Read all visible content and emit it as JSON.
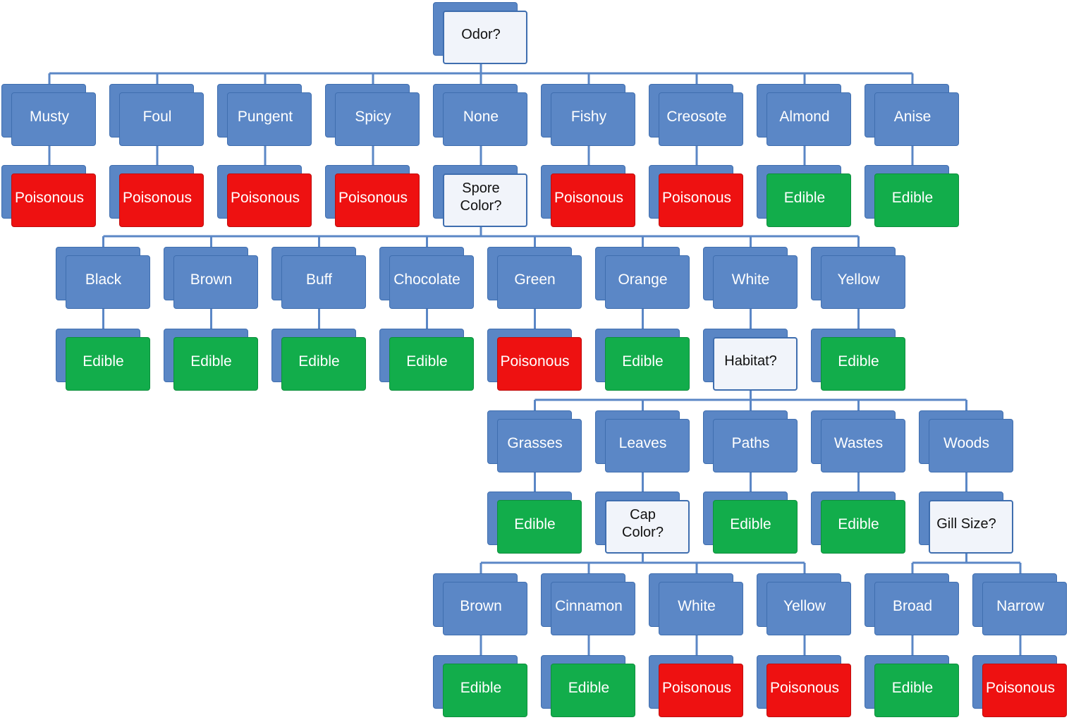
{
  "colors": {
    "value": "#5b87c6",
    "poisonous": "#ee1111",
    "edible": "#12ad4b",
    "question": "#f1f4fa",
    "connector": "#5b87c6"
  },
  "tree": {
    "question": "Odor?",
    "branches": [
      {
        "value": "Musty",
        "leaf": "Poisonous"
      },
      {
        "value": "Foul",
        "leaf": "Poisonous"
      },
      {
        "value": "Pungent",
        "leaf": "Poisonous"
      },
      {
        "value": "Spicy",
        "leaf": "Poisonous"
      },
      {
        "value": "None",
        "question": "Spore\nColor?",
        "branches": [
          {
            "value": "Black",
            "leaf": "Edible"
          },
          {
            "value": "Brown",
            "leaf": "Edible"
          },
          {
            "value": "Buff",
            "leaf": "Edible"
          },
          {
            "value": "Chocolate",
            "leaf": "Edible"
          },
          {
            "value": "Green",
            "leaf": "Poisonous"
          },
          {
            "value": "Orange",
            "leaf": "Edible"
          },
          {
            "value": "White",
            "question": "Habitat?",
            "branches": [
              {
                "value": "Grasses",
                "leaf": "Edible"
              },
              {
                "value": "Leaves",
                "question": "Cap\nColor?",
                "branches": [
                  {
                    "value": "Brown",
                    "leaf": "Edible"
                  },
                  {
                    "value": "Cinnamon",
                    "leaf": "Edible"
                  },
                  {
                    "value": "White",
                    "leaf": "Poisonous"
                  },
                  {
                    "value": "Yellow",
                    "leaf": "Poisonous"
                  }
                ]
              },
              {
                "value": "Paths",
                "leaf": "Edible"
              },
              {
                "value": "Wastes",
                "leaf": "Edible"
              },
              {
                "value": "Woods",
                "question": "Gill Size?",
                "branches": [
                  {
                    "value": "Broad",
                    "leaf": "Edible"
                  },
                  {
                    "value": "Narrow",
                    "leaf": "Poisonous"
                  }
                ]
              }
            ]
          },
          {
            "value": "Yellow",
            "leaf": "Edible"
          }
        ]
      },
      {
        "value": "Fishy",
        "leaf": "Poisonous"
      },
      {
        "value": "Creosote",
        "leaf": "Poisonous"
      },
      {
        "value": "Almond",
        "leaf": "Edible"
      },
      {
        "value": "Anise",
        "leaf": "Edible"
      }
    ]
  }
}
